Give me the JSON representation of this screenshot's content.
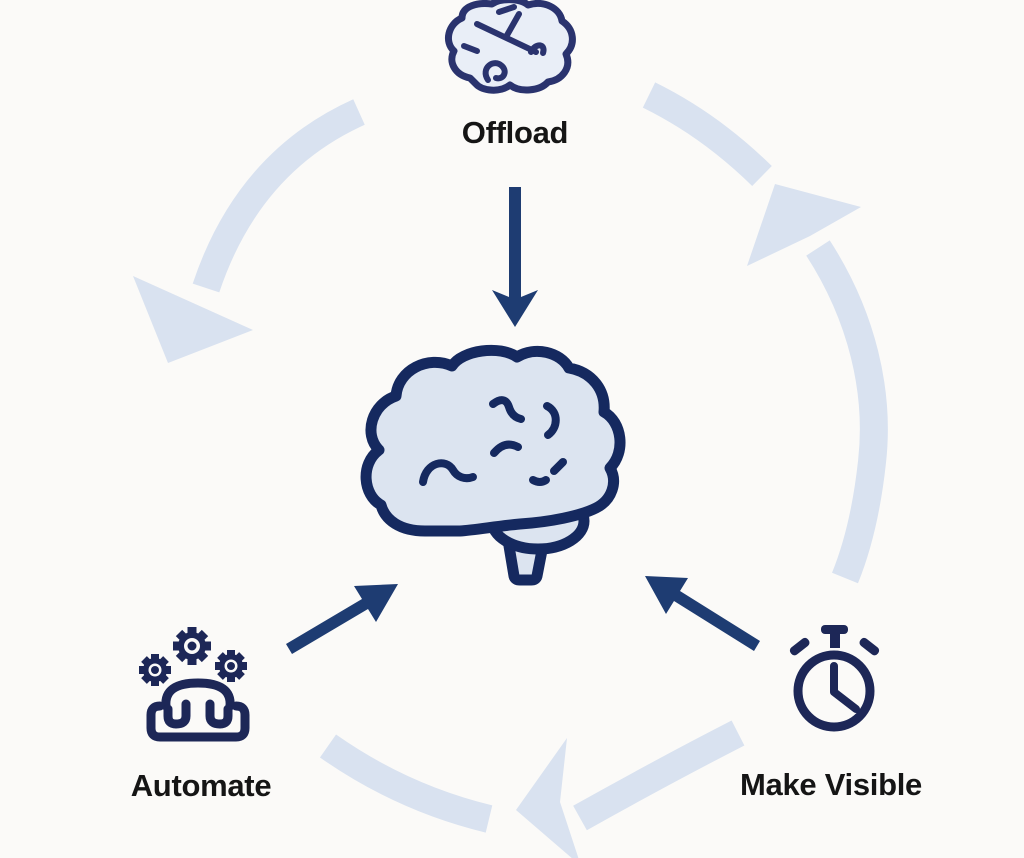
{
  "diagram": {
    "type": "cycle",
    "center": {
      "icon": "brain-icon"
    },
    "nodes": [
      {
        "id": "offload",
        "label": "Offload",
        "icon": "brain-outline-icon",
        "position": "top"
      },
      {
        "id": "automate",
        "label": "Automate",
        "icon": "gears-icon",
        "position": "bottom-left"
      },
      {
        "id": "make-visible",
        "label": "Make Visible",
        "icon": "stopwatch-icon",
        "position": "bottom-right"
      }
    ],
    "arrows": [
      {
        "from": "offload",
        "to": "center",
        "style": "straight-dark"
      },
      {
        "from": "automate",
        "to": "center",
        "style": "straight-dark"
      },
      {
        "from": "make-visible",
        "to": "center",
        "style": "straight-dark"
      }
    ],
    "cycle_arcs": [
      {
        "id": "top-left-arc",
        "direction": "points-toward-bottom-left"
      },
      {
        "id": "right-arc",
        "direction": "points-toward-top"
      },
      {
        "id": "bottom-arc",
        "direction": "points-toward-left"
      }
    ]
  },
  "theme": {
    "bg": "#fbfaf8",
    "arc": "#d9e2f0",
    "arrow": "#1e3c72",
    "ink": "#151515",
    "navy": "#1d2757",
    "brainFill": "#dce4f0",
    "brainStroke": "#15295f",
    "topBrainFill": "#e9eef7",
    "topBrainStroke": "#2a336e",
    "face": "#fbfaf8"
  }
}
